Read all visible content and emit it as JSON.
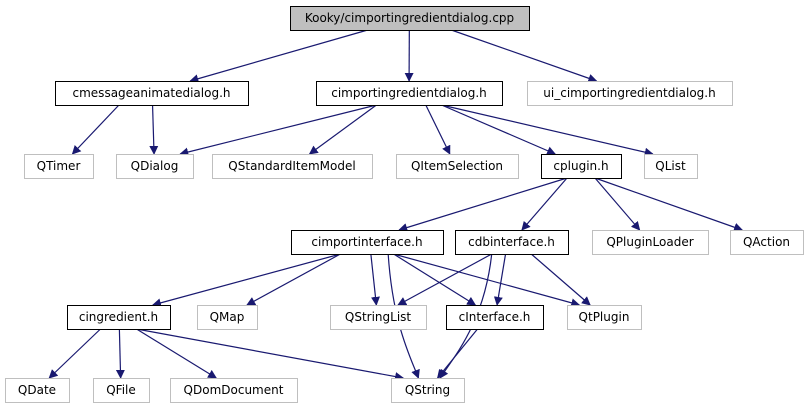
{
  "colors": {
    "edge": "#191970",
    "root_fill": "#bfbfbf",
    "local_border": "#000000",
    "external_border": "#bfbfbf",
    "label": "#000000"
  },
  "nodes": [
    {
      "id": "root",
      "label": "Kooky/cimportingredientdialog.cpp",
      "kind": "root"
    },
    {
      "id": "cmessage",
      "label": "cmessageanimatedialog.h",
      "kind": "local"
    },
    {
      "id": "cimporting",
      "label": "cimportingredientdialog.h",
      "kind": "local"
    },
    {
      "id": "ui",
      "label": "ui_cimportingredientdialog.h",
      "kind": "external"
    },
    {
      "id": "qtimer",
      "label": "QTimer",
      "kind": "external"
    },
    {
      "id": "qdialog",
      "label": "QDialog",
      "kind": "external"
    },
    {
      "id": "qsim",
      "label": "QStandardItemModel",
      "kind": "external"
    },
    {
      "id": "qisel",
      "label": "QItemSelection",
      "kind": "external"
    },
    {
      "id": "cplugin",
      "label": "cplugin.h",
      "kind": "local"
    },
    {
      "id": "qlist",
      "label": "QList",
      "kind": "external"
    },
    {
      "id": "cimportif",
      "label": "cimportinterface.h",
      "kind": "local"
    },
    {
      "id": "cdbif",
      "label": "cdbinterface.h",
      "kind": "local"
    },
    {
      "id": "qpluginloader",
      "label": "QPluginLoader",
      "kind": "external"
    },
    {
      "id": "qaction",
      "label": "QAction",
      "kind": "external"
    },
    {
      "id": "cingredient",
      "label": "cingredient.h",
      "kind": "local"
    },
    {
      "id": "qmap",
      "label": "QMap",
      "kind": "external"
    },
    {
      "id": "qstringlist",
      "label": "QStringList",
      "kind": "external"
    },
    {
      "id": "cinterface",
      "label": "cInterface.h",
      "kind": "local"
    },
    {
      "id": "qtplugin",
      "label": "QtPlugin",
      "kind": "external"
    },
    {
      "id": "qdate",
      "label": "QDate",
      "kind": "external"
    },
    {
      "id": "qfile",
      "label": "QFile",
      "kind": "external"
    },
    {
      "id": "qdomdoc",
      "label": "QDomDocument",
      "kind": "external"
    },
    {
      "id": "qstring",
      "label": "QString",
      "kind": "external"
    }
  ],
  "edges": [
    {
      "from": "root",
      "to": "cmessage"
    },
    {
      "from": "root",
      "to": "cimporting"
    },
    {
      "from": "root",
      "to": "ui"
    },
    {
      "from": "cmessage",
      "to": "qtimer"
    },
    {
      "from": "cmessage",
      "to": "qdialog"
    },
    {
      "from": "cimporting",
      "to": "qdialog"
    },
    {
      "from": "cimporting",
      "to": "qsim"
    },
    {
      "from": "cimporting",
      "to": "qisel"
    },
    {
      "from": "cimporting",
      "to": "cplugin"
    },
    {
      "from": "cimporting",
      "to": "qlist"
    },
    {
      "from": "cplugin",
      "to": "cimportif"
    },
    {
      "from": "cplugin",
      "to": "cdbif"
    },
    {
      "from": "cplugin",
      "to": "qpluginloader"
    },
    {
      "from": "cplugin",
      "to": "qaction"
    },
    {
      "from": "cimportif",
      "to": "cingredient"
    },
    {
      "from": "cimportif",
      "to": "qmap"
    },
    {
      "from": "cimportif",
      "to": "qstringlist"
    },
    {
      "from": "cimportif",
      "to": "cinterface"
    },
    {
      "from": "cimportif",
      "to": "qtplugin"
    },
    {
      "from": "cimportif",
      "to": "qstring"
    },
    {
      "from": "cdbif",
      "to": "qstringlist"
    },
    {
      "from": "cdbif",
      "to": "cinterface"
    },
    {
      "from": "cdbif",
      "to": "qtplugin"
    },
    {
      "from": "cdbif",
      "to": "qstring"
    },
    {
      "from": "cingredient",
      "to": "qdate"
    },
    {
      "from": "cingredient",
      "to": "qfile"
    },
    {
      "from": "cingredient",
      "to": "qdomdoc"
    },
    {
      "from": "cingredient",
      "to": "qstring"
    },
    {
      "from": "cinterface",
      "to": "qstring"
    }
  ]
}
